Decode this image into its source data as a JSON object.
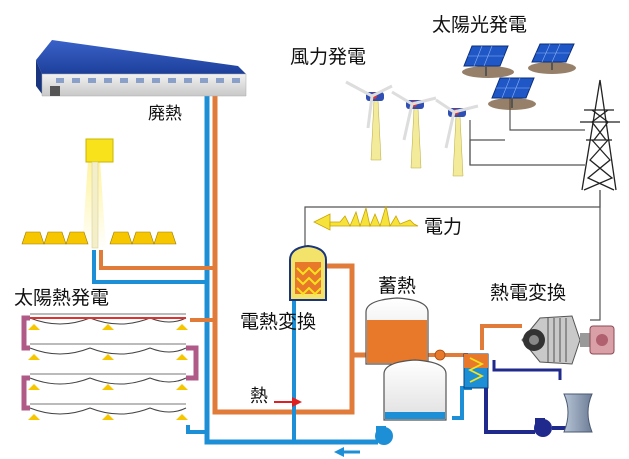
{
  "labels": {
    "waste_heat": "廃熱",
    "wind_power": "風力発電",
    "solar_pv": "太陽光発電",
    "electricity": "電力",
    "solar_thermal": "太陽熱発電",
    "electro_thermal": "電熱変換",
    "heat_storage": "蓄熱",
    "thermo_electric": "熱電変換",
    "heat": "熱"
  },
  "colors": {
    "hot_line": "#e07b39",
    "cold_line": "#1d8fd6",
    "dark_blue_line": "#1f2a8c",
    "purple_loop": "#b05a88",
    "storage_orange": "#e8792a",
    "electric_yellow": "#f5e23a",
    "heat_arrow": "#e02020"
  }
}
